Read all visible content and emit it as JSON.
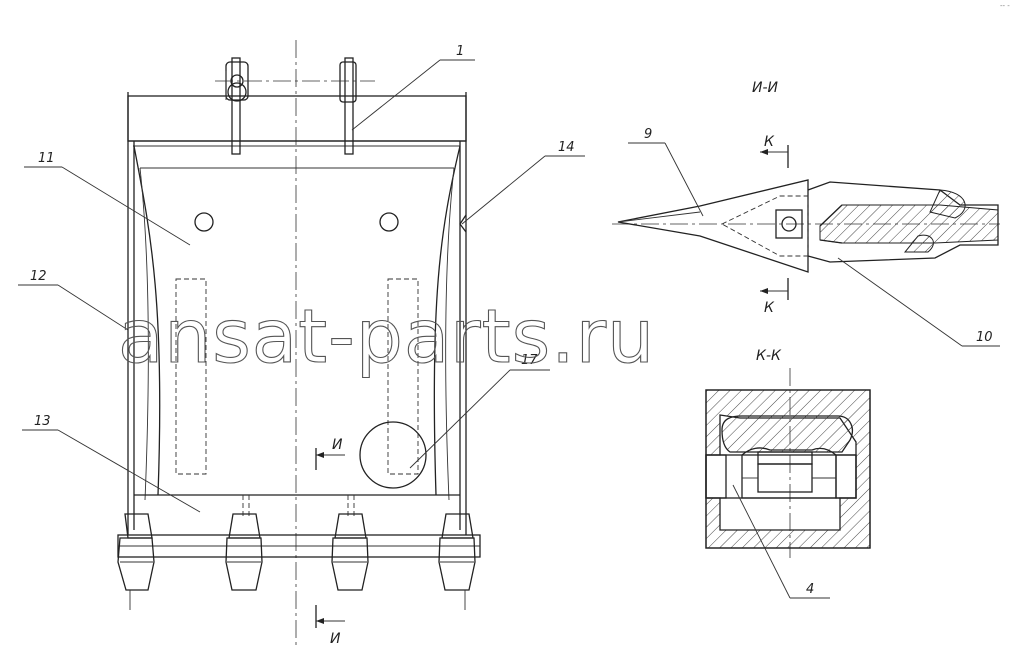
{
  "watermark": "ansat-parts.ru",
  "corner_mark": "-- -",
  "section_labels": {
    "section_i": "И-И",
    "section_k": "К-К",
    "cut_i_top": "И",
    "cut_i_bottom": "И",
    "cut_k_top": "К",
    "cut_k_bottom": "К"
  },
  "callouts": {
    "c1": "1",
    "c4": "4",
    "c9": "9",
    "c10": "10",
    "c11": "11",
    "c12": "12",
    "c13": "13",
    "c14": "14",
    "c17": "17"
  },
  "colors": {
    "line": "#222222",
    "background": "#ffffff"
  }
}
